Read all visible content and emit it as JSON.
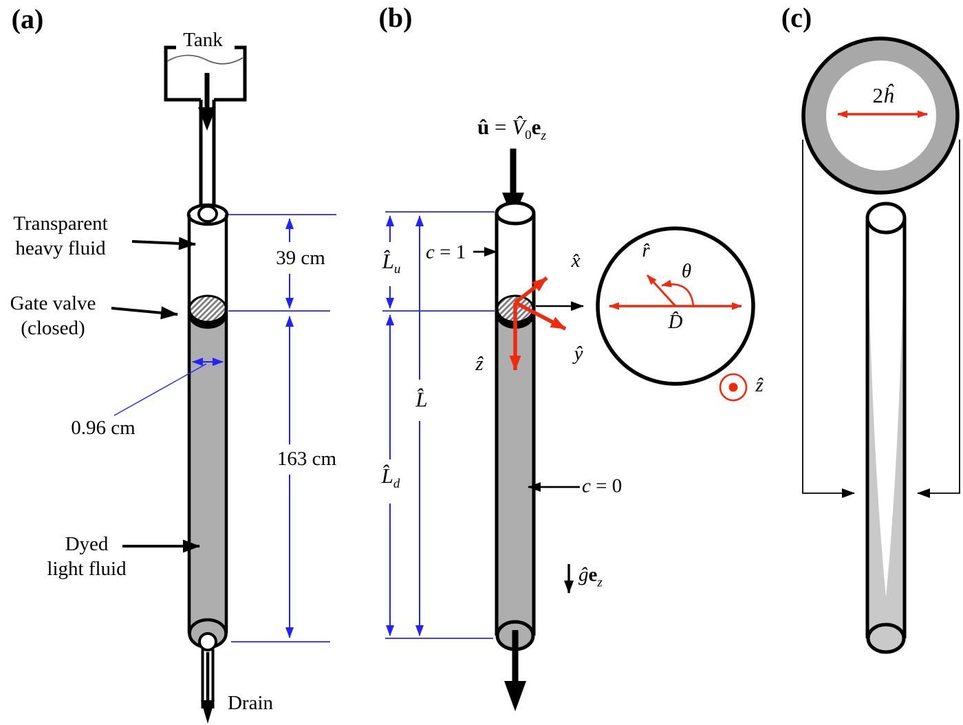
{
  "colors": {
    "blue": "#2222FF",
    "red": "#F02A0C",
    "fluid_gray": "#AEAEAE",
    "ring_gray": "#A8A8A8",
    "film_gray": "#C9C9C9"
  },
  "panel_a": {
    "title": "(a)",
    "tank_label": "Tank",
    "heavy_fluid_line1": "Transparent",
    "heavy_fluid_line2": "heavy fluid",
    "gate_valve_line1": "Gate valve",
    "gate_valve_line2": "(closed)",
    "dyed_fluid_line1": "Dyed",
    "dyed_fluid_line2": "light fluid",
    "drain_label": "Drain",
    "dim_upper": "39 cm",
    "dim_lower": "163 cm",
    "dim_diameter": "0.96 cm"
  },
  "panel_b": {
    "title": "(b)",
    "inlet_eq": {
      "u": "û",
      "equals": " = ",
      "V": "V̂",
      "sub0": "0",
      "e": "e",
      "subz": "z"
    },
    "c_top": {
      "c": "c",
      "rest": " = 1"
    },
    "c_bottom": {
      "c": "c",
      "rest": " = 0"
    },
    "len_upper": {
      "main": "L̂",
      "sub": "u"
    },
    "len_total": {
      "main": "L̂"
    },
    "len_lower": {
      "main": "L̂",
      "sub": "d"
    },
    "axis_x": "x̂",
    "axis_y": "ŷ",
    "axis_z": "ẑ",
    "radial": "r̂",
    "angle": "θ",
    "diameter": "D̂",
    "gravity": {
      "g": "ĝ",
      "e": "e",
      "sub": "z"
    },
    "out_of_page": "ẑ"
  },
  "panel_c": {
    "title": "(c)",
    "film_diameter": {
      "num": "2",
      "h": "ĥ"
    }
  }
}
